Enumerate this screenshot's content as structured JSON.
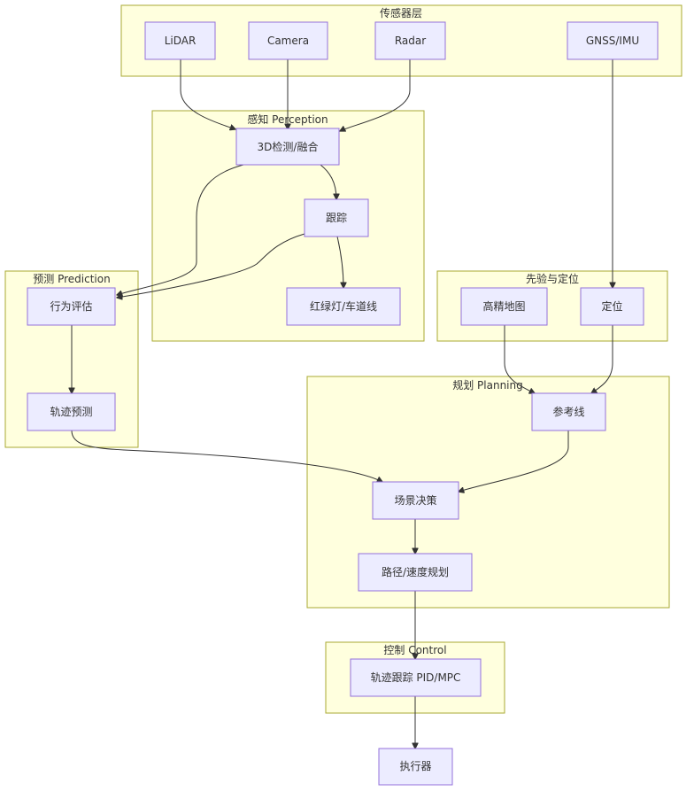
{
  "diagram": {
    "type": "flowchart",
    "colors": {
      "cluster_fill": "#ffffde",
      "cluster_border": "#aaaa33",
      "node_fill": "#ececff",
      "node_border": "#9370db",
      "edge": "#333333",
      "text": "#333333"
    },
    "clusters": {
      "sensors": {
        "label": "传感器层"
      },
      "perception": {
        "label": "感知 Perception"
      },
      "prediction": {
        "label": "预测 Prediction"
      },
      "prior": {
        "label": "先验与定位"
      },
      "planning": {
        "label": "规划 Planning"
      },
      "control": {
        "label": "控制 Control"
      }
    },
    "nodes": {
      "lidar": {
        "label": "LiDAR"
      },
      "camera": {
        "label": "Camera"
      },
      "radar": {
        "label": "Radar"
      },
      "gnss": {
        "label": "GNSS/IMU"
      },
      "detect": {
        "label": "3D检测/融合"
      },
      "track": {
        "label": "跟踪"
      },
      "traffic": {
        "label": "红绿灯/车道线"
      },
      "behavior": {
        "label": "行为评估"
      },
      "trajectory": {
        "label": "轨迹预测"
      },
      "hdmap": {
        "label": "高精地图"
      },
      "locate": {
        "label": "定位"
      },
      "refline": {
        "label": "参考线"
      },
      "decision": {
        "label": "场景决策"
      },
      "pathplan": {
        "label": "路径/速度规划"
      },
      "tracking_ctrl": {
        "label": "轨迹跟踪 PID/MPC"
      },
      "actuator": {
        "label": "执行器"
      }
    },
    "edges": [
      {
        "from": "lidar",
        "to": "detect"
      },
      {
        "from": "camera",
        "to": "detect"
      },
      {
        "from": "radar",
        "to": "detect"
      },
      {
        "from": "detect",
        "to": "track"
      },
      {
        "from": "track",
        "to": "traffic"
      },
      {
        "from": "detect",
        "to": "behavior"
      },
      {
        "from": "track",
        "to": "behavior"
      },
      {
        "from": "behavior",
        "to": "trajectory"
      },
      {
        "from": "gnss",
        "to": "locate"
      },
      {
        "from": "hdmap",
        "to": "refline"
      },
      {
        "from": "locate",
        "to": "refline"
      },
      {
        "from": "refline",
        "to": "decision"
      },
      {
        "from": "trajectory",
        "to": "decision"
      },
      {
        "from": "decision",
        "to": "pathplan"
      },
      {
        "from": "pathplan",
        "to": "tracking_ctrl"
      },
      {
        "from": "tracking_ctrl",
        "to": "actuator"
      }
    ]
  }
}
